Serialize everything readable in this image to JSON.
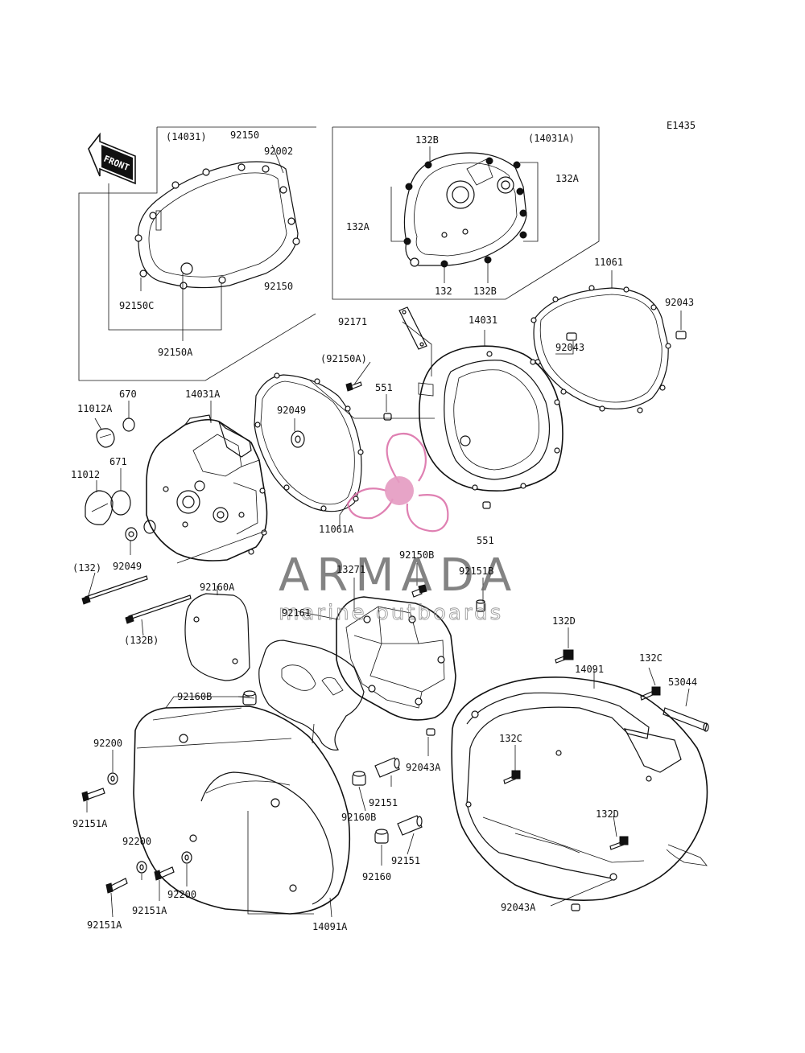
{
  "diagram": {
    "code": "E1435",
    "front_label": "FRONT",
    "watermark": {
      "brand": "ARMADA",
      "tagline": "marine outboards"
    },
    "labels": [
      {
        "id": "l-14031-box",
        "text": "(14031)"
      },
      {
        "id": "l-92150-a",
        "text": "92150"
      },
      {
        "id": "l-92002",
        "text": "92002"
      },
      {
        "id": "l-92150-b",
        "text": "92150"
      },
      {
        "id": "l-92150c",
        "text": "92150C"
      },
      {
        "id": "l-92150a",
        "text": "92150A"
      },
      {
        "id": "l-132b-top",
        "text": "132B"
      },
      {
        "id": "l-14031a-box",
        "text": "(14031A)"
      },
      {
        "id": "l-132a-right",
        "text": "132A"
      },
      {
        "id": "l-132a-left",
        "text": "132A"
      },
      {
        "id": "l-132",
        "text": "132"
      },
      {
        "id": "l-132b-bot",
        "text": "132B"
      },
      {
        "id": "l-11061",
        "text": "11061"
      },
      {
        "id": "l-92043-a",
        "text": "92043"
      },
      {
        "id": "l-92043-b",
        "text": "92043"
      },
      {
        "id": "l-92171",
        "text": "92171"
      },
      {
        "id": "l-14031",
        "text": "14031"
      },
      {
        "id": "l-92150a-paren",
        "text": "(92150A)"
      },
      {
        "id": "l-551-a",
        "text": "551"
      },
      {
        "id": "l-670",
        "text": "670"
      },
      {
        "id": "l-14031a",
        "text": "14031A"
      },
      {
        "id": "l-11012a",
        "text": "11012A"
      },
      {
        "id": "l-92049-a",
        "text": "92049"
      },
      {
        "id": "l-671",
        "text": "671"
      },
      {
        "id": "l-11012",
        "text": "11012"
      },
      {
        "id": "l-11061a",
        "text": "11061A"
      },
      {
        "id": "l-92049-b",
        "text": "92049"
      },
      {
        "id": "l-132-paren",
        "text": "(132)"
      },
      {
        "id": "l-551-b",
        "text": "551"
      },
      {
        "id": "l-92150b",
        "text": "92150B"
      },
      {
        "id": "l-13271",
        "text": "13271"
      },
      {
        "id": "l-92151b",
        "text": "92151B"
      },
      {
        "id": "l-92160a",
        "text": "92160A"
      },
      {
        "id": "l-92161",
        "text": "92161"
      },
      {
        "id": "l-132b-paren",
        "text": "(132B)"
      },
      {
        "id": "l-132d-a",
        "text": "132D"
      },
      {
        "id": "l-132c-a",
        "text": "132C"
      },
      {
        "id": "l-14091",
        "text": "14091"
      },
      {
        "id": "l-53044",
        "text": "53044"
      },
      {
        "id": "l-92160b-a",
        "text": "92160B"
      },
      {
        "id": "l-92200-a",
        "text": "92200"
      },
      {
        "id": "l-132c-b",
        "text": "132C"
      },
      {
        "id": "l-92043a-a",
        "text": "92043A"
      },
      {
        "id": "l-92151-a",
        "text": "92151"
      },
      {
        "id": "l-92151a-a",
        "text": "92151A"
      },
      {
        "id": "l-92160b-b",
        "text": "92160B"
      },
      {
        "id": "l-92200-b",
        "text": "92200"
      },
      {
        "id": "l-132d-b",
        "text": "132D"
      },
      {
        "id": "l-92151-b",
        "text": "92151"
      },
      {
        "id": "l-92160",
        "text": "92160"
      },
      {
        "id": "l-92200-c",
        "text": "92200"
      },
      {
        "id": "l-92151a-b",
        "text": "92151A"
      },
      {
        "id": "l-92043a-b",
        "text": "92043A"
      },
      {
        "id": "l-92151a-c",
        "text": "92151A"
      },
      {
        "id": "l-14091a",
        "text": "14091A"
      }
    ]
  }
}
